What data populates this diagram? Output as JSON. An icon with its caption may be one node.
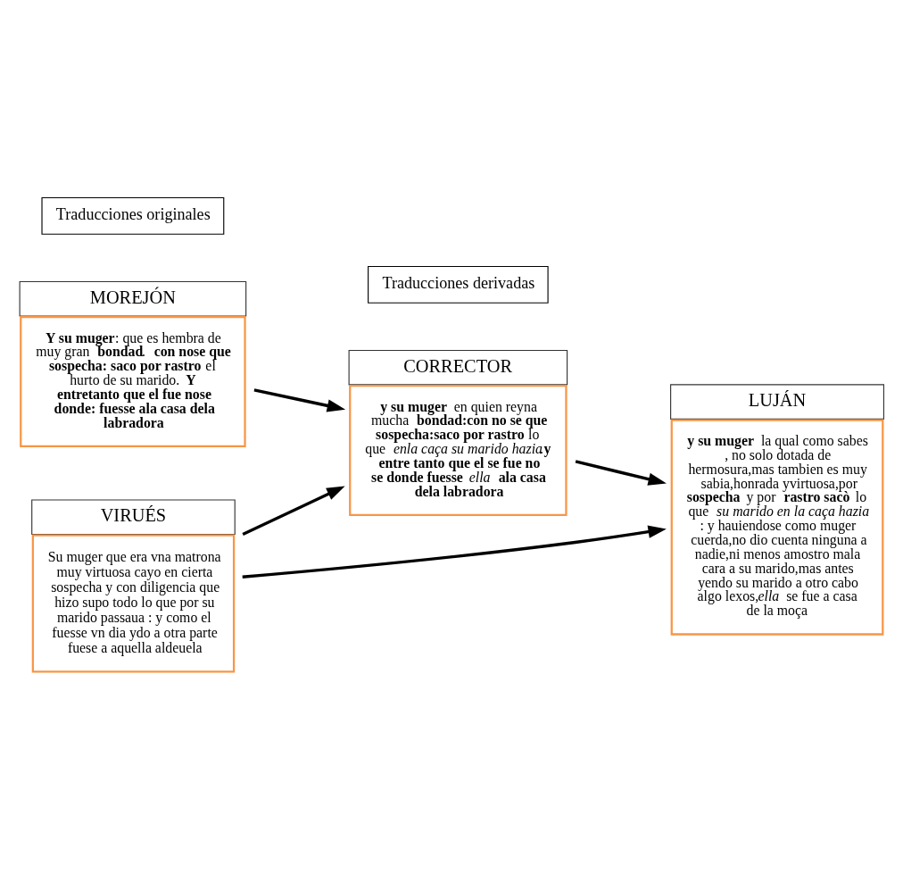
{
  "diagram": {
    "nodes": [
      {
        "text": [
          "Traducciones originales"
        ]
      },
      {
        "text": [
          "Traducciones derivadas"
        ]
      },
      {
        "text": [
          "MOREJÓN",
          "**Y su muger**: que es hembra de muy gran **bondad**. **con nose que sospecha: saco por rastro** el hurto de su marido. **Y entretanto que el fue nose donde: fuesse ala casa dela labradora**"
        ]
      },
      {
        "text": [
          "CORRECTOR",
          "**y su muger** en quien reyna mucha **bondad:con no se que sospecha:saco por rastro** lo que *enla caça su marido hazia*.**y entre tanto que el se fue no se donde fuesse** *ella* **ala casa dela labradora**"
        ]
      },
      {
        "text": [
          "VIRUÉS",
          "Su muger que era vna matrona muy virtuosa cayo en cierta sospecha y con diligencia que hizo supo todo lo que por su marido passaua : y como el fuesse vn dia ydo a otra parte fuese a aquella aldeuela"
        ]
      },
      {
        "text": [
          "LUJÁN",
          "**y su muger** la qual como sabes , no solo dotada de hermosura,mas tambien es muy sabia,honrada yvirtuosa,por **sospecha** y por **rastro sacò** lo que *su marido en la caça hazia* : y hauiendose como muger cuerda,no dio cuenta ninguna a nadie,ni menos amostro mala cara a su marido,mas antes yendo su marido a otro cabo algo lexos,*ella* se fue a casa de la moça"
        ]
      }
    ],
    "edges": [
      {
        "from": 2,
        "to": 3,
        "arrow": "to"
      },
      {
        "from": 4,
        "to": 3,
        "arrow": "to"
      },
      {
        "from": 4,
        "to": 5,
        "arrow": "to"
      },
      {
        "from": 3,
        "to": 5,
        "arrow": "to"
      }
    ]
  }
}
